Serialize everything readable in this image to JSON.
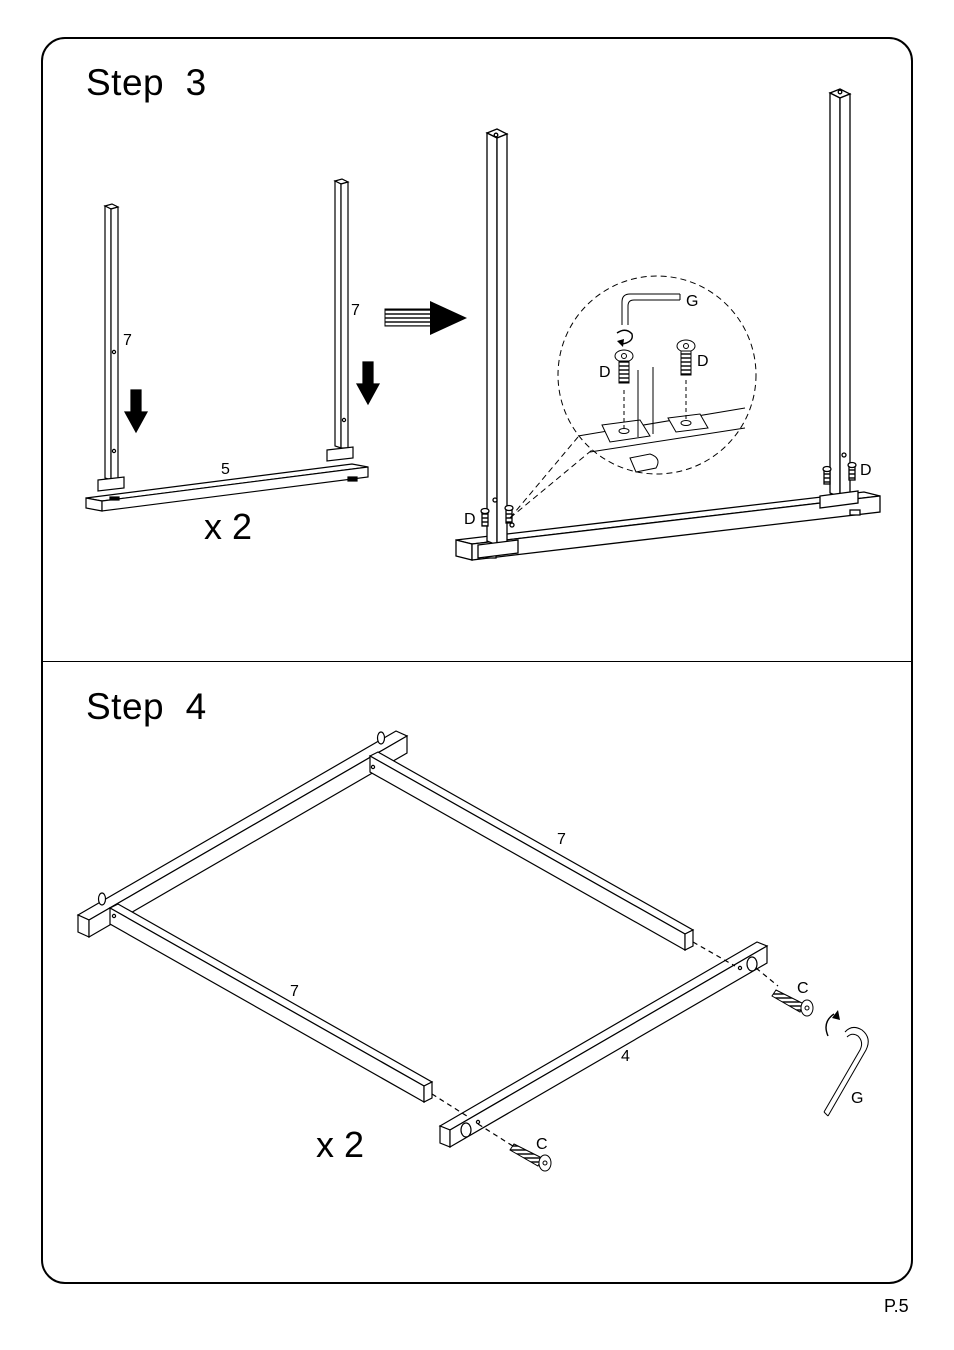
{
  "page": {
    "number": "P.5"
  },
  "step3": {
    "title": "Step  3",
    "quantity": "x 2",
    "part_labels": {
      "post_left": "7",
      "post_right": "7",
      "rail": "5"
    },
    "hardware": {
      "bolt_d1": "D",
      "bolt_d2": "D",
      "bolt_d3": "D",
      "bolt_d4": "D",
      "wrench": "G"
    }
  },
  "step4": {
    "title": "Step  4",
    "quantity": "x 2",
    "part_labels": {
      "rail_back": "7",
      "rail_front": "7",
      "cross_rail": "4"
    },
    "hardware": {
      "bolt_c1": "C",
      "bolt_c2": "C",
      "wrench": "G"
    }
  }
}
